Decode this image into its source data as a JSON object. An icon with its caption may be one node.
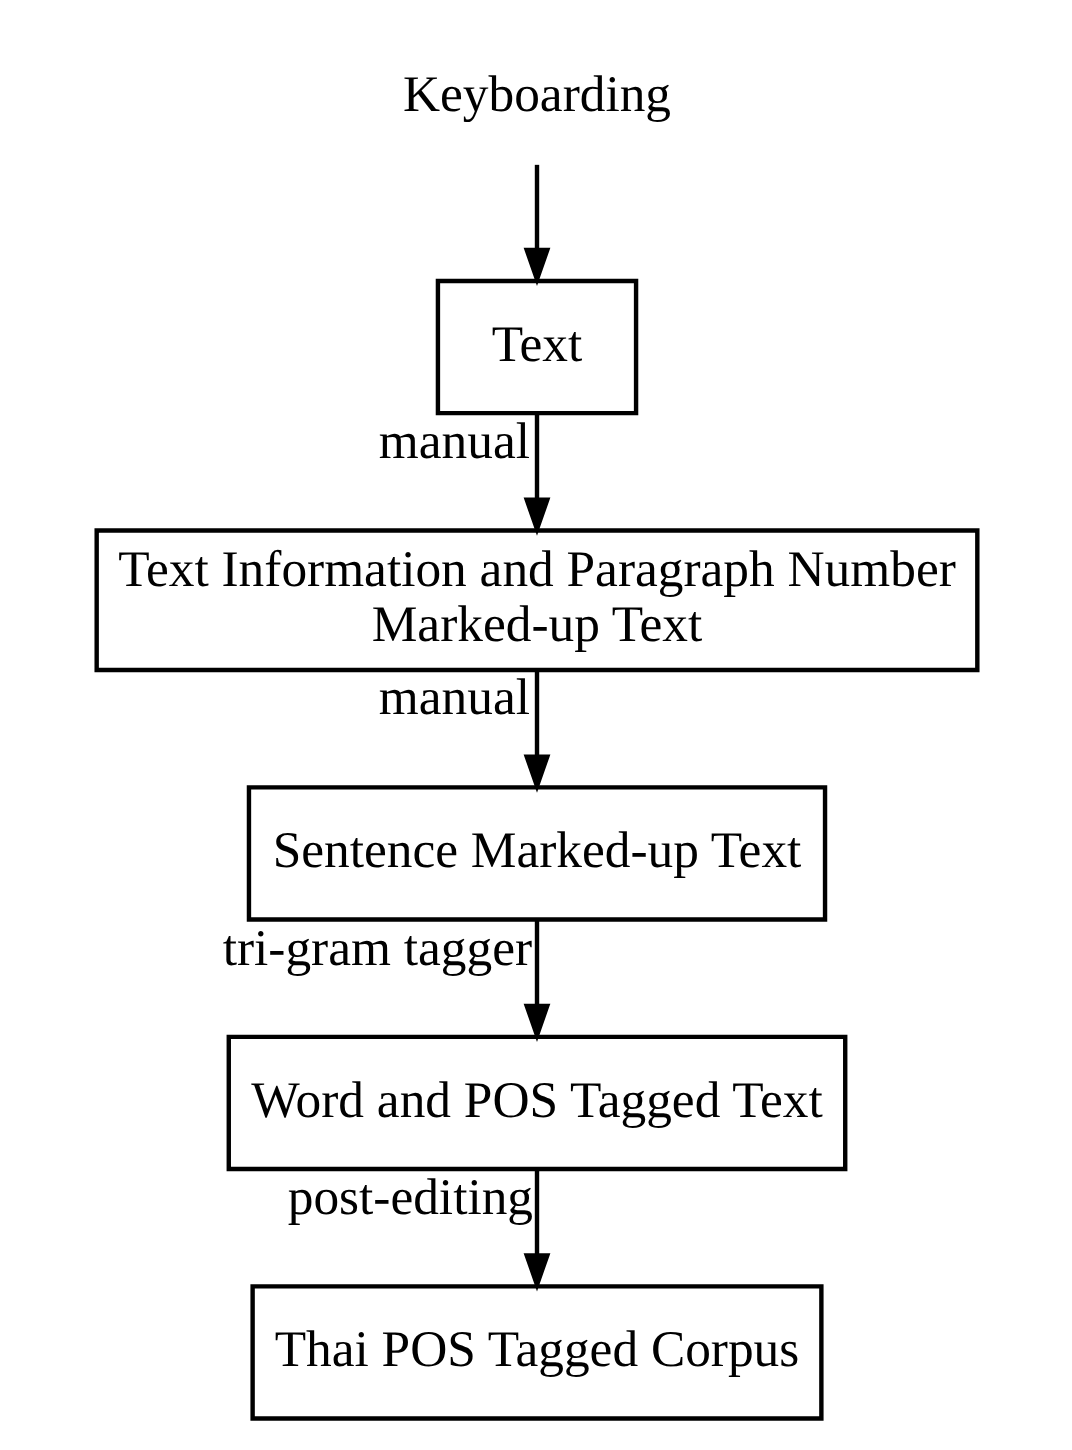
{
  "diagram": {
    "nodes": [
      {
        "text": [
          "Keyboarding"
        ]
      },
      {
        "text": [
          "Text"
        ]
      },
      {
        "text": [
          "Text Information and Paragraph Number Marked-up Text"
        ]
      },
      {
        "text": [
          "Sentence Marked-up Text"
        ]
      },
      {
        "text": [
          "Word and POS Tagged Text"
        ]
      },
      {
        "text": [
          "Thai POS Tagged Corpus"
        ]
      }
    ],
    "edges": [
      {
        "from": 0,
        "to": 1,
        "arrow": "to"
      },
      {
        "from": 1,
        "to": 2,
        "arrow": "to",
        "label": "manual"
      },
      {
        "from": 2,
        "to": 3,
        "arrow": "to",
        "label": "manual"
      },
      {
        "from": 3,
        "to": 4,
        "arrow": "to",
        "label": "tri-gram tagger"
      },
      {
        "from": 4,
        "to": 5,
        "arrow": "to",
        "label": "post-editing"
      }
    ]
  }
}
